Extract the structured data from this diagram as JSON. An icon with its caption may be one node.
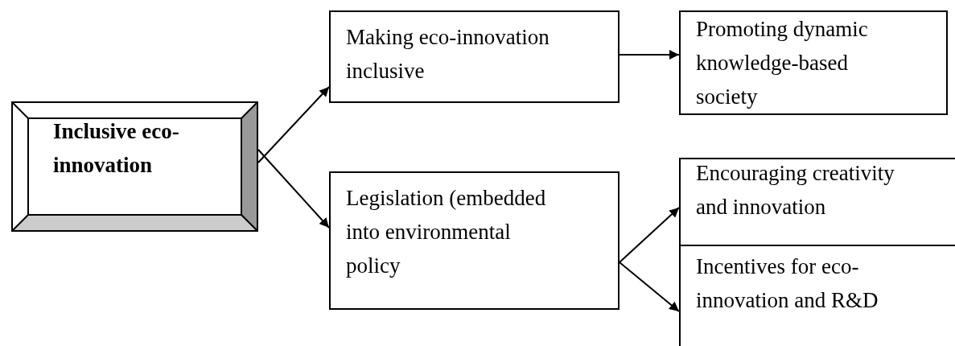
{
  "diagram": {
    "nodes": [
      {
        "text": [
          "Inclusive eco-innovation"
        ]
      },
      {
        "text": [
          "Making eco-innovation inclusive"
        ]
      },
      {
        "text": [
          "Promoting dynamic knowledge-based society"
        ]
      },
      {
        "text": [
          "Legislation (embedded into environmental policy"
        ]
      },
      {
        "text": [
          "Encouraging creativity and innovation"
        ]
      },
      {
        "text": [
          "Incentives for eco-innovation and R&D"
        ]
      }
    ],
    "edges": [
      {
        "from": 0,
        "to": 1,
        "arrow": "to"
      },
      {
        "from": 0,
        "to": 3,
        "arrow": "to"
      },
      {
        "from": 1,
        "to": 2,
        "arrow": "to"
      },
      {
        "from": 3,
        "to": 4,
        "arrow": "to"
      },
      {
        "from": 3,
        "to": 5,
        "arrow": "to"
      }
    ]
  }
}
